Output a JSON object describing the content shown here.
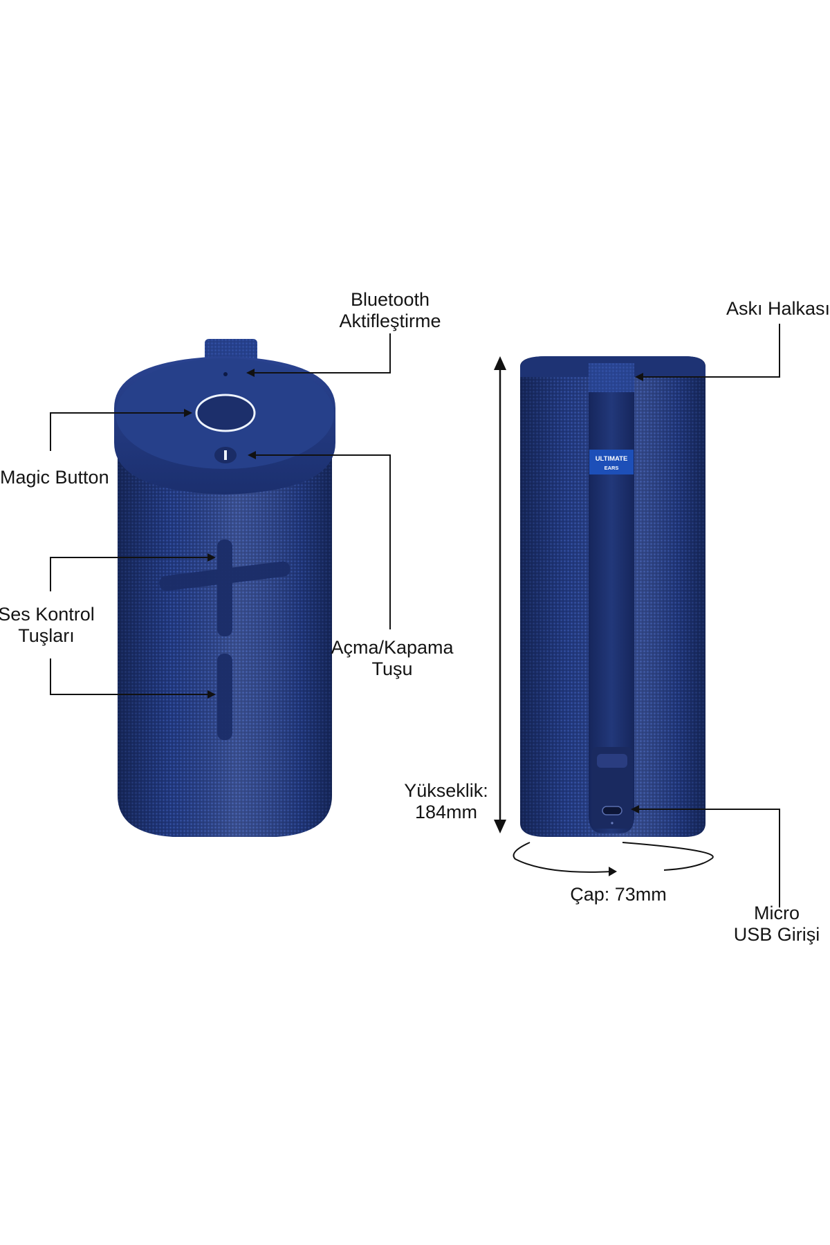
{
  "labels": {
    "bluetooth": [
      "Bluetooth",
      "Aktifleştirme"
    ],
    "magic_button": "Magic Button",
    "volume_keys": [
      "Ses Kontrol",
      "Tuşları"
    ],
    "power_key": [
      "Açma/Kapama",
      "Tuşu"
    ],
    "strap_ring": "Askı Halkası",
    "height": [
      "Yükseklik:",
      "184mm"
    ],
    "diameter": "Çap: 73mm",
    "micro_usb": [
      "Micro",
      "USB Girişi"
    ]
  },
  "badge": {
    "line1": "ULTIMATE",
    "line2": "EARS"
  },
  "colors": {
    "speaker_body": "#223a82",
    "speaker_dark": "#172a66",
    "strap": "#1e3070",
    "badge": "#1d4fb8",
    "ring": "#e8f0ff",
    "leader_line": "#111111"
  }
}
